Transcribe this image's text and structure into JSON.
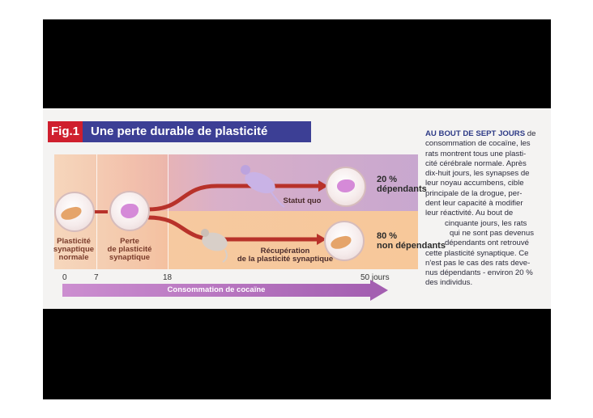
{
  "figure": {
    "fig_label": "Fig.1",
    "title": "Une perte durable de plasticité"
  },
  "diagram": {
    "stage_labels": {
      "normal": [
        "Plasticité",
        "synaptique",
        "normale"
      ],
      "loss": [
        "Perte",
        "de plasticité",
        "synaptique"
      ],
      "status_quo": "Statut quo",
      "recovery": [
        "Récupération",
        "de la plasticité synaptique"
      ]
    },
    "outcomes": {
      "dependent_pct": "20 %",
      "dependent_label": "dépendants",
      "non_dependent_pct": "80 %",
      "non_dependent_label": "non dépendants"
    },
    "timeline": {
      "ticks": [
        "0",
        "7",
        "18",
        "50 jours"
      ],
      "bar_label": "Consommation de cocaïne"
    }
  },
  "sidebar_text": {
    "lead": "AU BOUT DE SEPT JOURS",
    "lines": [
      " de",
      "consommation de cocaïne, les",
      "rats montrent tous une plasti-",
      "cité cérébrale normale. Après",
      "dix-huit jours, les synapses de",
      "leur noyau accumbens, cible",
      "principale de la drogue, per-",
      "dent leur capacité à modifier",
      "leur réactivité. Au bout de",
      "cinquante jours, les rats",
      "qui ne sont pas devenus",
      "dépendants ont retrouvé",
      "cette plasticité synaptique. Ce",
      "n'est pas le cas des rats deve-",
      "nus dépendants - environ 20 %",
      "des individus."
    ]
  },
  "colors": {
    "fig_label_bg": "#cf1f2e",
    "title_bg": "#3c3f95",
    "consumption_bar": "#a45fb1",
    "arrow_red": "#b8322a"
  }
}
